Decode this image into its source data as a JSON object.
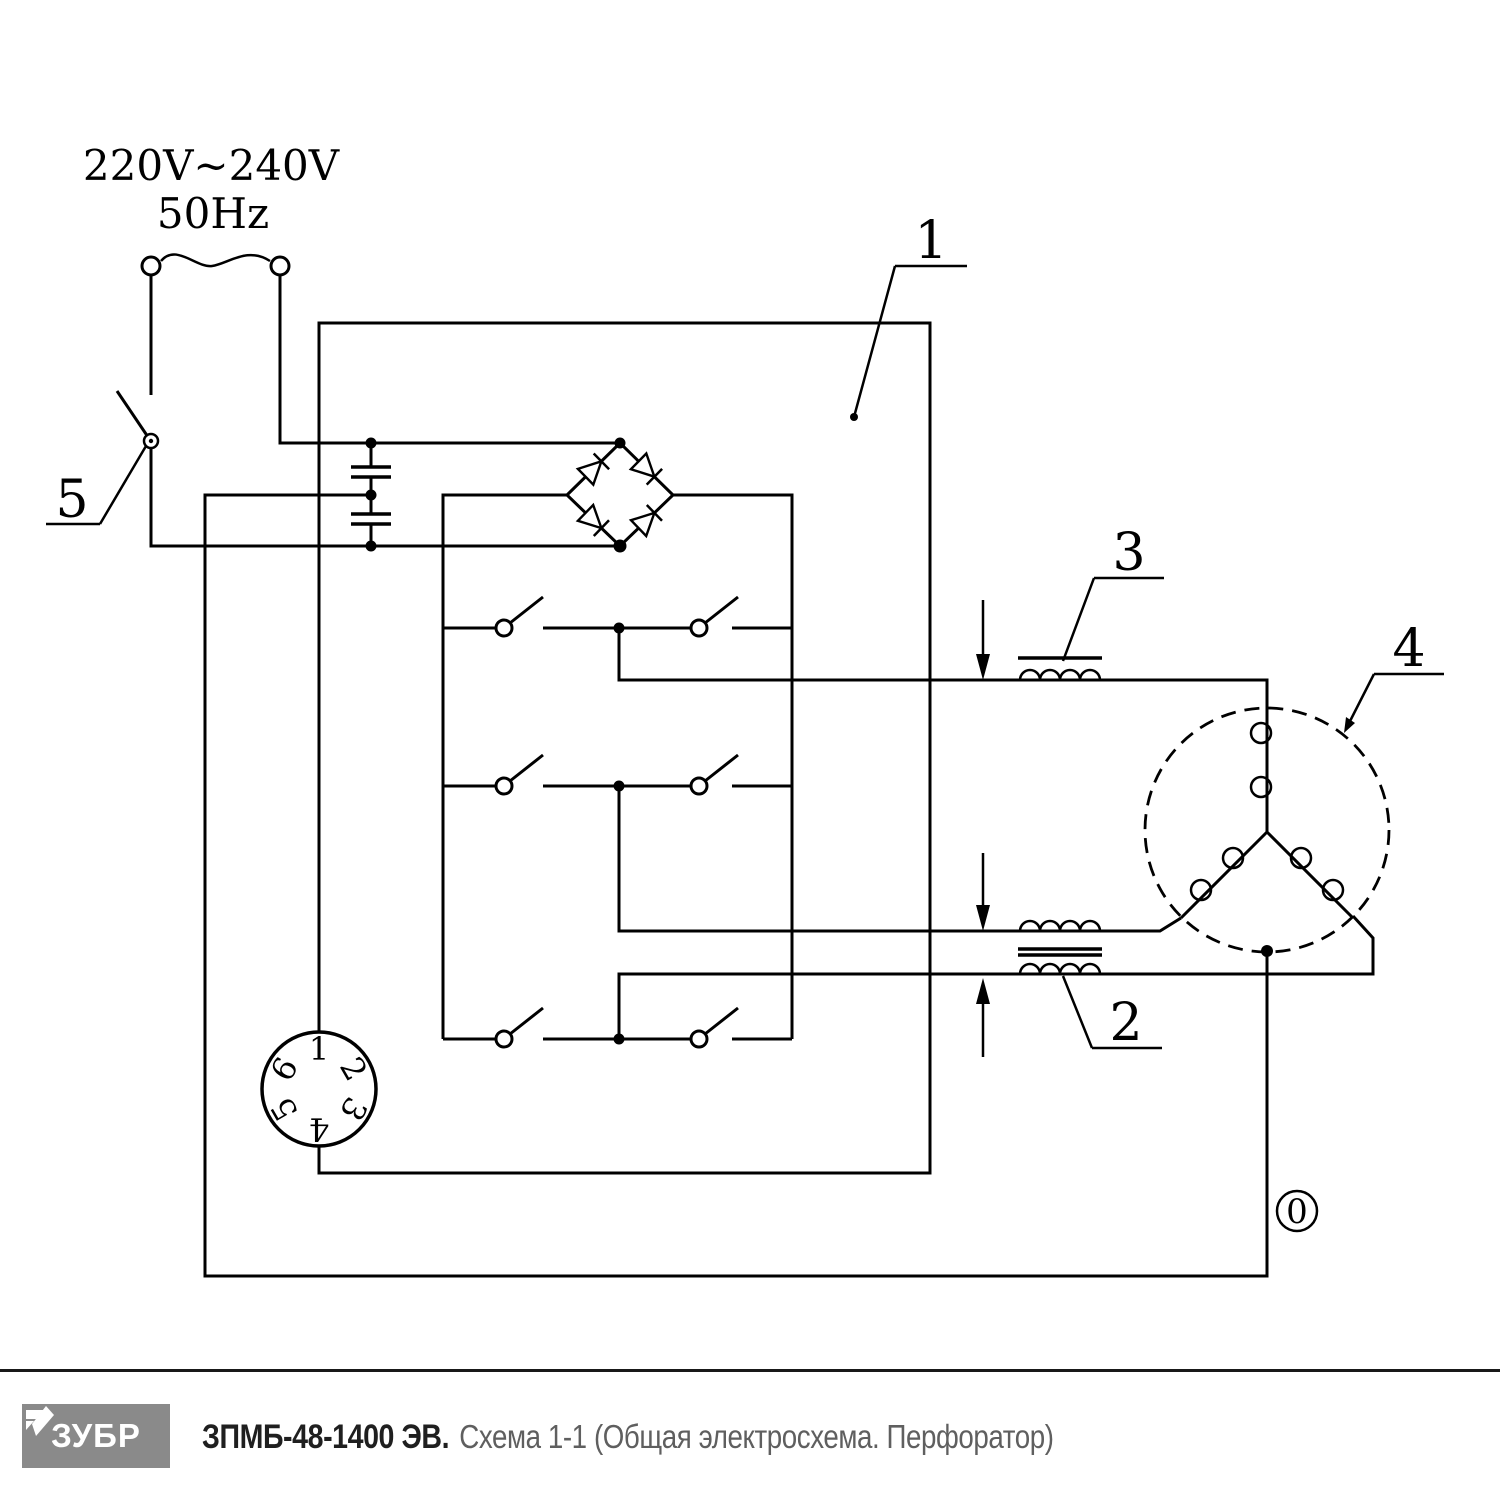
{
  "schematic": {
    "supply": {
      "voltage": "220V~240V",
      "frequency": "50Hz"
    },
    "callouts": {
      "c1": "1",
      "c2": "2",
      "c3": "3",
      "c4": "4",
      "c5": "5"
    },
    "neutral_mark": "0",
    "dial": {
      "numbers": [
        "1",
        "2",
        "3",
        "4",
        "5",
        "6"
      ]
    },
    "line_color": "#000000"
  },
  "footer": {
    "brand": "ЗУБР",
    "model": "ЗПМБ-48-1400 ЭВ.",
    "subtitle": "Схема 1-1 (Общая электросхема. Перфоратор)",
    "brand_bg": "#8a8a8a",
    "model_color": "#1f1f1f",
    "subtitle_color": "#5f5f5f"
  }
}
